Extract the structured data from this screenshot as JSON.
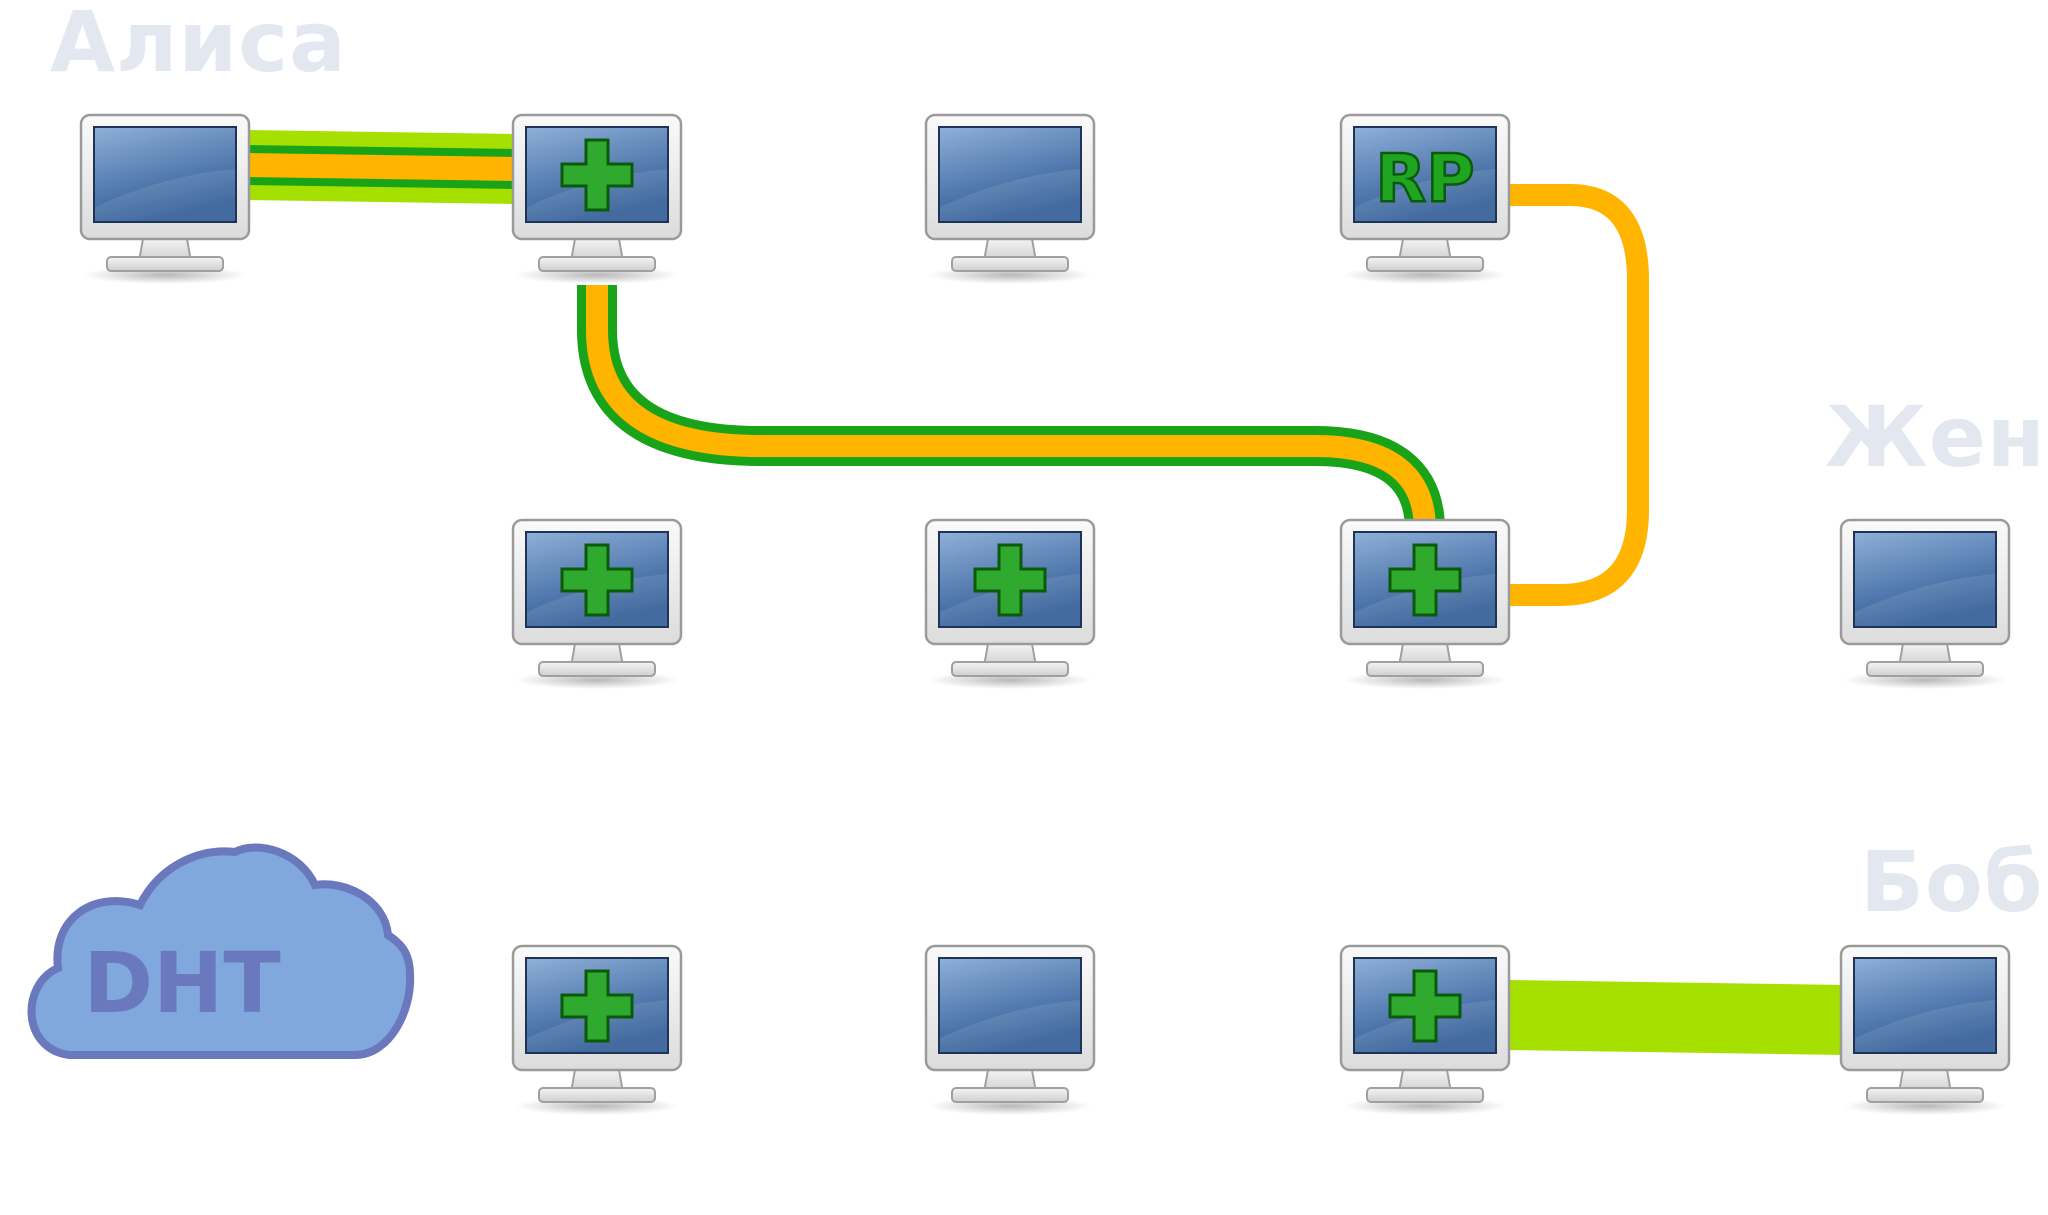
{
  "labels": {
    "alice": "Алиса",
    "zhenya": "Женя",
    "bob": "Боб",
    "dht": "DHT",
    "rp": "RP"
  },
  "colors": {
    "label": "#e3e7f0",
    "monitor_bezel": "#ececec",
    "monitor_edge": "#9a9a9a",
    "screen_top": "#8fb0d8",
    "screen_bottom": "#2f5b96",
    "plus_fill": "#2faa2f",
    "plus_stroke": "#0b5a0b",
    "rp_text": "#1fa51f",
    "link_orange": "#ffb400",
    "link_dark_green": "#19a319",
    "link_lime": "#a6e000",
    "cloud_fill": "#80a8dc",
    "cloud_stroke": "#6a78bd",
    "cloud_text": "#6a78bd"
  },
  "nodes": [
    {
      "id": "alice-pc",
      "row": 1,
      "col": 1,
      "badge": "none"
    },
    {
      "id": "relay-1",
      "row": 1,
      "col": 2,
      "badge": "plus"
    },
    {
      "id": "node-r1c3",
      "row": 1,
      "col": 3,
      "badge": "none"
    },
    {
      "id": "rendezvous-point",
      "row": 1,
      "col": 4,
      "badge": "rp"
    },
    {
      "id": "relay-r2c2",
      "row": 2,
      "col": 2,
      "badge": "plus"
    },
    {
      "id": "relay-r2c3",
      "row": 2,
      "col": 3,
      "badge": "plus"
    },
    {
      "id": "relay-r2c4",
      "row": 2,
      "col": 4,
      "badge": "plus"
    },
    {
      "id": "zhenya-pc",
      "row": 2,
      "col": 5,
      "badge": "none"
    },
    {
      "id": "relay-r3c2",
      "row": 3,
      "col": 2,
      "badge": "plus"
    },
    {
      "id": "node-r3c3",
      "row": 3,
      "col": 3,
      "badge": "none"
    },
    {
      "id": "relay-r3c4",
      "row": 3,
      "col": 4,
      "badge": "plus"
    },
    {
      "id": "bob-pc",
      "row": 3,
      "col": 5,
      "badge": "none"
    }
  ],
  "links": [
    {
      "from": "alice-pc",
      "to": "relay-1",
      "style": "lime-green-orange"
    },
    {
      "from": "relay-1",
      "to": "relay-r2c4",
      "style": "green-orange"
    },
    {
      "from": "rendezvous-point",
      "to": "relay-r2c4",
      "style": "orange"
    },
    {
      "from": "relay-r3c4",
      "to": "bob-pc",
      "style": "lime"
    }
  ]
}
